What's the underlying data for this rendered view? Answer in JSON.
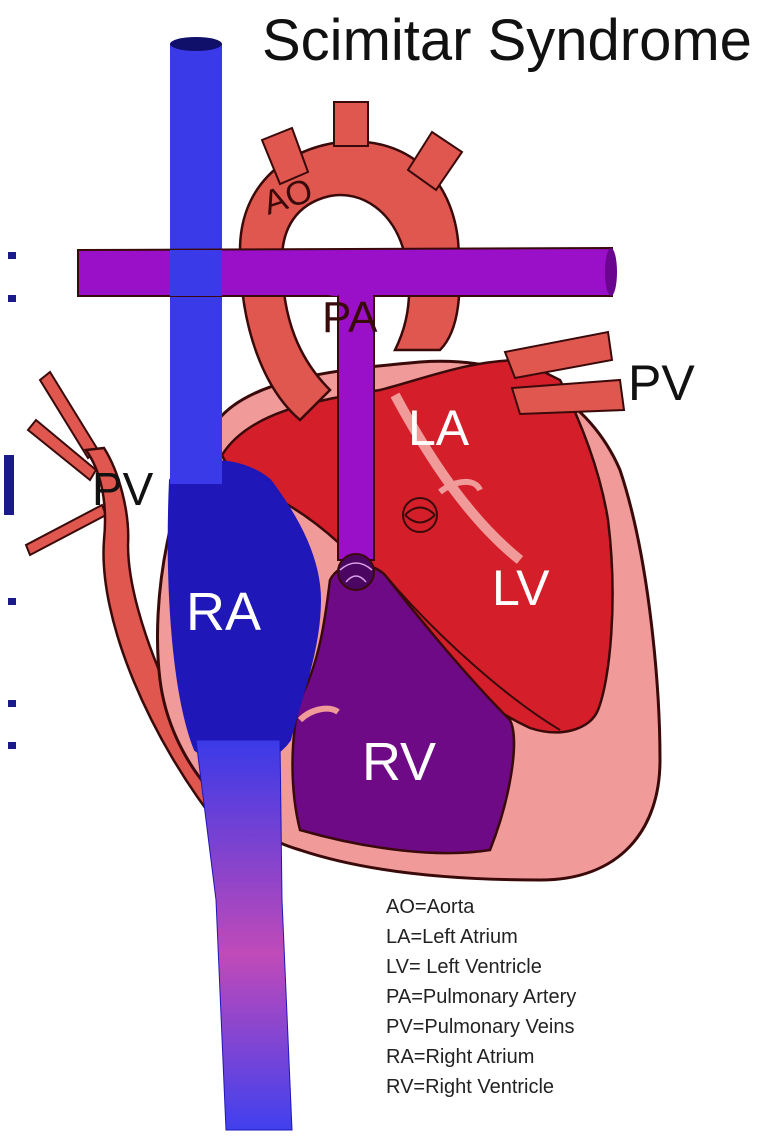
{
  "title": "Scimitar Syndrome",
  "labels": {
    "ao": "AO",
    "pa": "PA",
    "la": "LA",
    "lv": "LV",
    "ra": "RA",
    "rv": "RV",
    "pv_left": "PV",
    "pv_right": "PV"
  },
  "legend": [
    "AO=Aorta",
    "LA=Left Atrium",
    "LV= Left Ventricle",
    "PA=Pulmonary Artery",
    "PV=Pulmonary Veins",
    "RA=Right Atrium",
    "RV=Right Ventricle"
  ],
  "colors": {
    "svc_ivc": "#3a3ae8",
    "ra": "#1f17b8",
    "pulmonary_artery": "#9a0fc8",
    "rv": "#6e0a86",
    "aorta": "#e0574f",
    "left_heart": "#d41f2a",
    "myocardium": "#f09a9a",
    "outline": "#3a0a0a"
  }
}
